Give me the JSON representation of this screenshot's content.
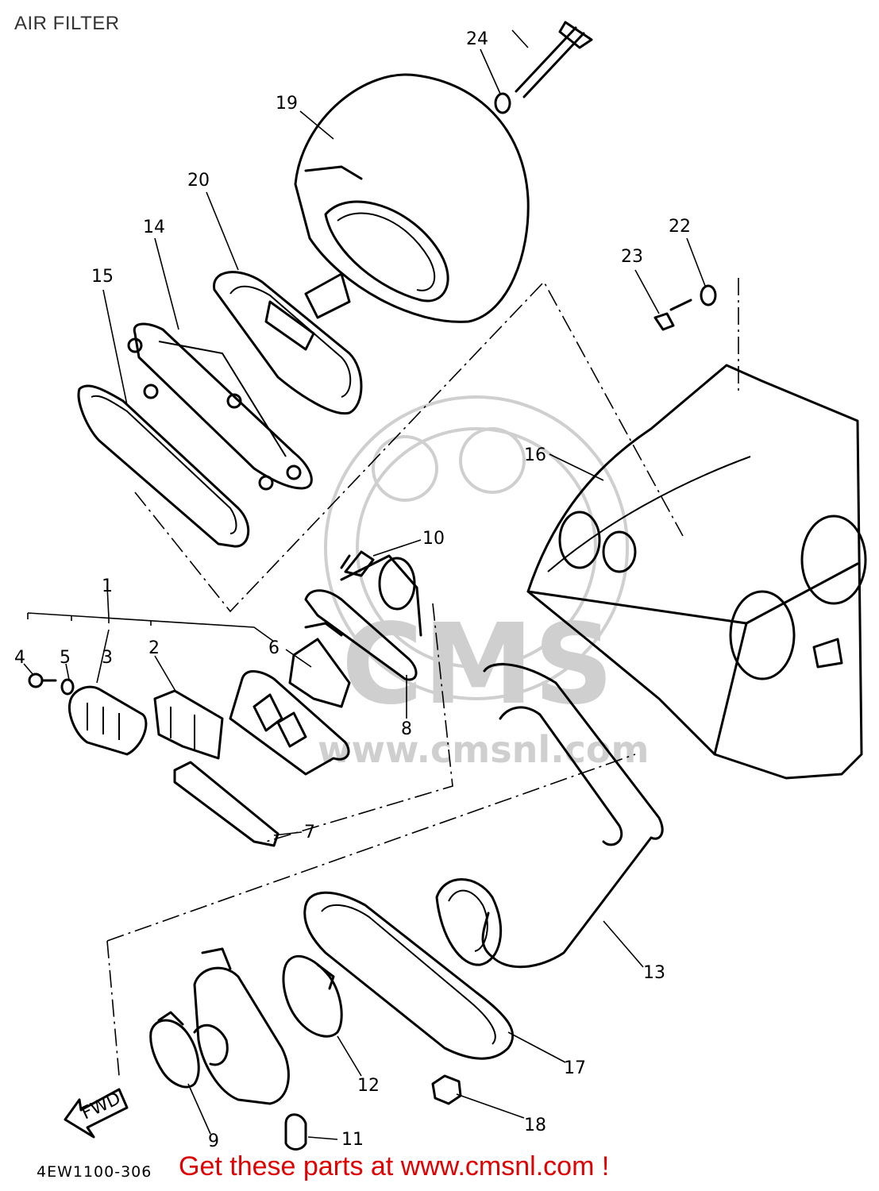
{
  "header": {
    "title": "AIR FILTER"
  },
  "footer": {
    "drawing_code": "4EW1100-306",
    "link_text": "Get these parts at www.cmsnl.com !"
  },
  "watermark": {
    "brand": "CMS",
    "url": "www.cmsnl.com"
  },
  "callouts": {
    "p1": "1",
    "p2": "2",
    "p3": "3",
    "p4": "4",
    "p5": "5",
    "p6": "6",
    "p7": "7",
    "p8": "8",
    "p9": "9",
    "p10": "10",
    "p11": "11",
    "p12": "12",
    "p13": "13",
    "p14": "14",
    "p15": "15",
    "p16": "16",
    "p17": "17",
    "p18": "18",
    "p19": "19",
    "p20": "20",
    "p22": "22",
    "p23": "23",
    "p24": "24",
    "fwd": "FWD"
  },
  "colors": {
    "line": "#000000",
    "watermark": "#cfcfcf",
    "footer_link": "#e00000"
  }
}
